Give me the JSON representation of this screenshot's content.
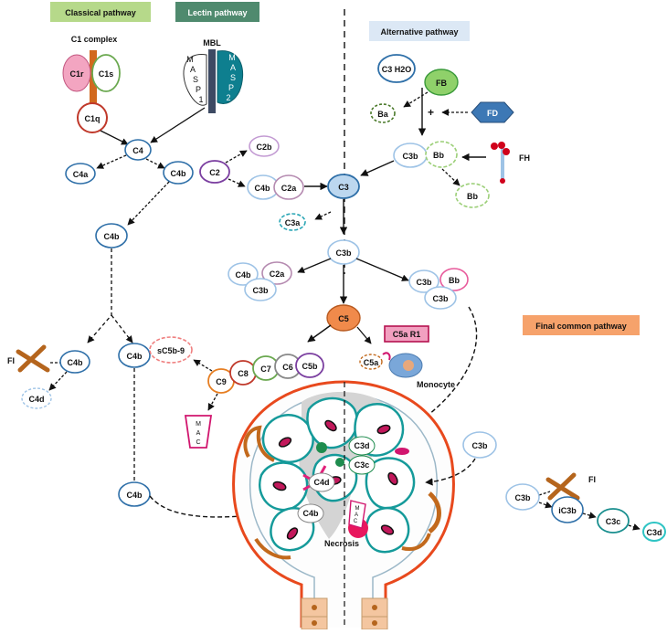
{
  "pathways": {
    "classical": "Classical pathway",
    "lectin": "Lectin pathway",
    "alternative": "Alternative pathway",
    "final": "Final common pathway"
  },
  "classical": {
    "c1_complex": "C1 complex",
    "c1r": "C1r",
    "c1s": "C1s",
    "c1q": "C1q"
  },
  "lectin": {
    "mbl": "MBL",
    "masp1_letters": [
      "M",
      "A",
      "S",
      "P",
      "1"
    ],
    "masp2_letters": [
      "M",
      "A",
      "S",
      "P",
      "2"
    ]
  },
  "nodes": {
    "c4": "C4",
    "c4a": "C4a",
    "c4b": "C4b",
    "c2": "C2",
    "c2b": "C2b",
    "c2a": "C2a",
    "c3": "C3",
    "c3a": "C3a",
    "c3b": "C3b",
    "c3_h2o": "C3 H2O",
    "fb": "FB",
    "fd": "FD",
    "ba": "Ba",
    "bb": "Bb",
    "fh": "FH",
    "plus": "+",
    "c5": "C5",
    "c5a": "C5a",
    "c5b": "C5b",
    "c6": "C6",
    "c7": "C7",
    "c8": "C8",
    "c9": "C9",
    "c5a_r1": "C5a R1",
    "monocyte": "Monocyte",
    "sc5b9": "sC5b-9",
    "mac_letters": [
      "M",
      "A",
      "C"
    ],
    "fi": "FI",
    "c4d": "C4d",
    "ic3b": "iC3b",
    "c3c": "C3c",
    "c3d": "C3d",
    "necrosis": "Necrosis"
  },
  "colors": {
    "classical_bg": "#b6d98a",
    "lectin_bg": "#4f8a6e",
    "alternative_bg": "#dce8f5",
    "final_bg": "#f6a26b",
    "c1r": "#f3a5c1",
    "c1s_stroke": "#6aa84f",
    "c1q_stroke": "#c0392b",
    "c1_stalk": "#d2691e",
    "masp_teal": "#0e7f8f",
    "mbl_bar": "#3d4a63",
    "blue_ring": "#2e6fa8",
    "light_blue_ring": "#9ec3e6",
    "c2_stroke": "#7b3fa0",
    "c2b_stroke": "#c39bd3",
    "c2a_stroke": "#b58ab0",
    "c3_fill": "#bcd7ef",
    "fb_fill": "#8fd16a",
    "fd_fill": "#3d78b5",
    "green_dashed": "#9ccf78",
    "dark_green_dashed": "#4b7a2b",
    "c5_fill": "#f08a4b",
    "c5ar1_fill": "#f2a0c0",
    "c5ar1_stroke": "#b5124f",
    "monocyte": "#7aa7d9",
    "sc5b9_stroke": "#ef7f7f",
    "c9_stroke": "#e67e22",
    "c8_stroke": "#c0392b",
    "c7_stroke": "#6aa84f",
    "c6_stroke": "#888888",
    "c5b_stroke": "#7b3fa0",
    "mac_stroke": "#d1166e",
    "fi_brown": "#b5651d",
    "glom_outline": "#e8491d",
    "capillary": "#159a9a",
    "podocyte": "#c2691c",
    "cell_pink": "#c2185b",
    "c3c_stroke": "#1a8f8f",
    "c3d_stroke": "#2ec4c4"
  }
}
